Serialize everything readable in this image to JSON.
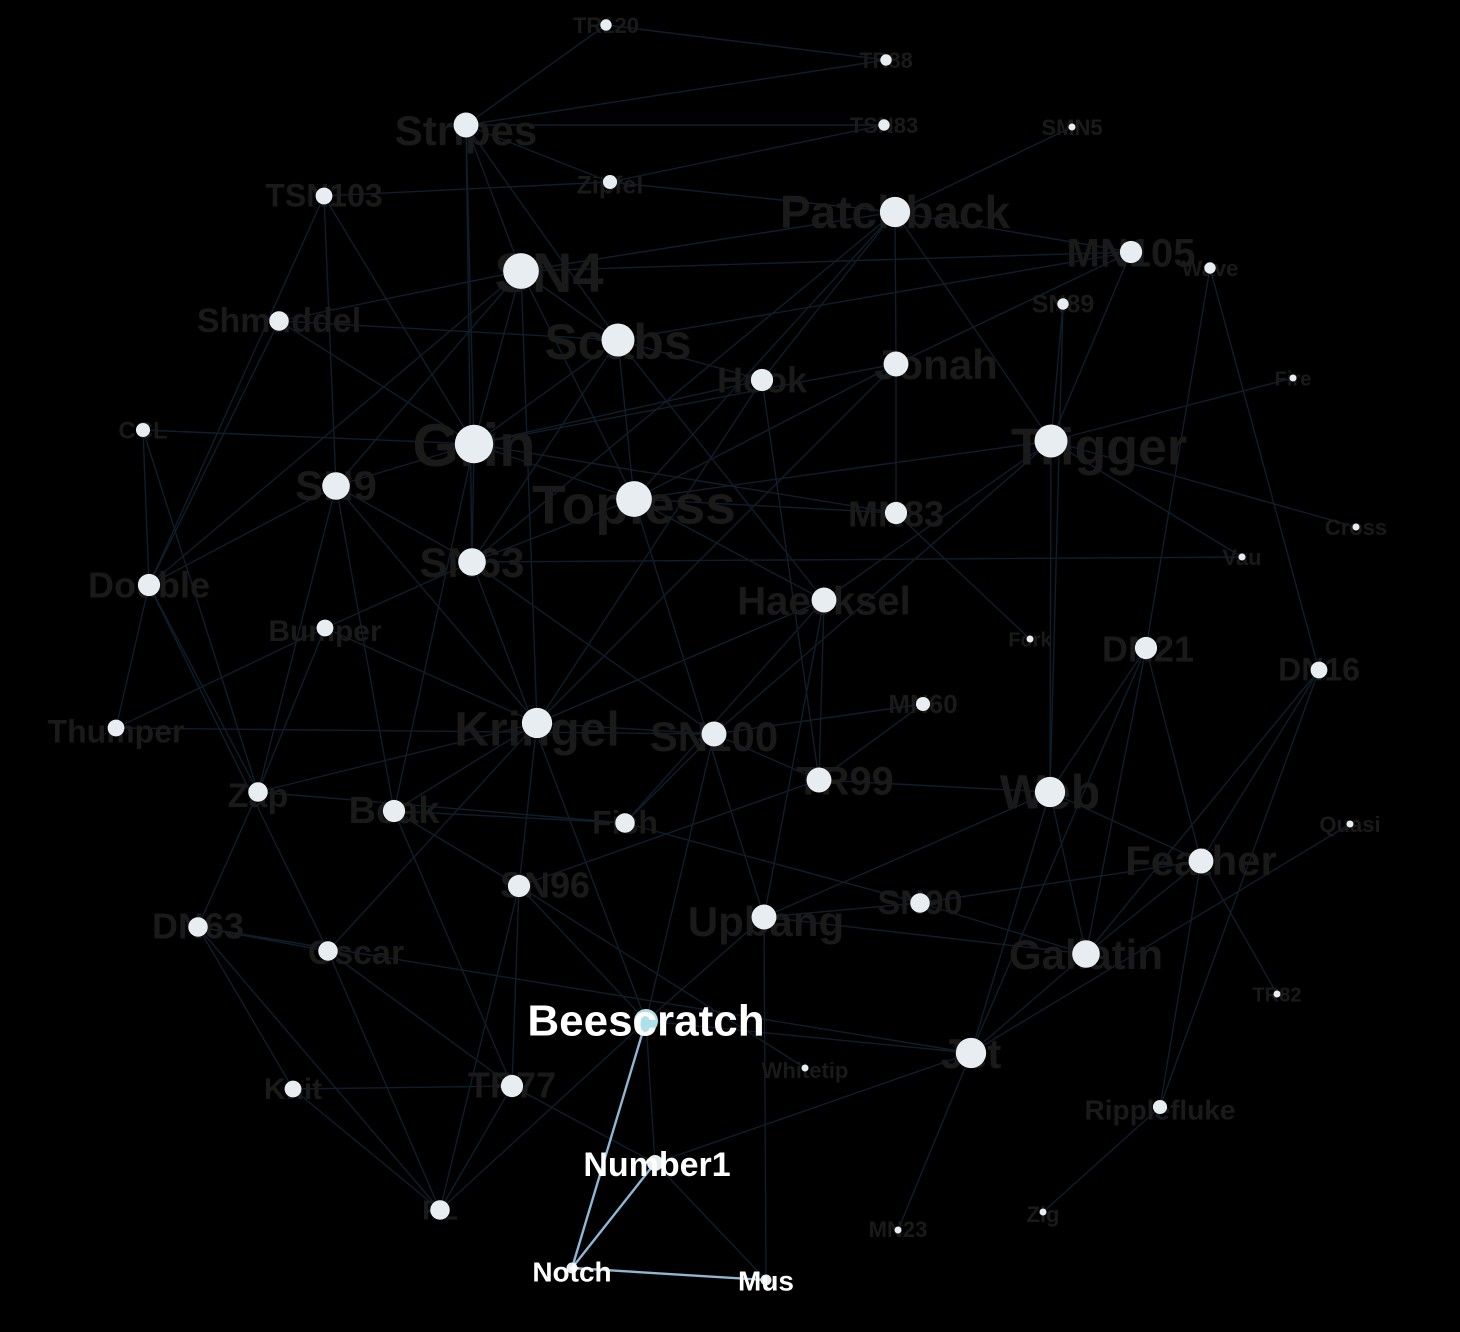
{
  "colors": {
    "background": "#000000",
    "edge": "#0e1e2c",
    "highlight_edge": "#8fb6d3",
    "node": "#e8edf1",
    "focus_node": "#aee0ea",
    "label_dim": "#1a1a1a",
    "label_bright": "#ffffff"
  },
  "chart_data": {
    "type": "network",
    "focus_node": "Beescratch",
    "highlighted_neighbors": [
      "Number1",
      "Notch",
      "Mus"
    ],
    "nodes": [
      {
        "id": "TR120",
        "label": "TR120",
        "degree": 2
      },
      {
        "id": "TR88",
        "label": "TR88",
        "degree": 2
      },
      {
        "id": "Stripes",
        "label": "Stripes",
        "degree": 7
      },
      {
        "id": "TSN83",
        "label": "TSN83",
        "degree": 2
      },
      {
        "id": "SMN5",
        "label": "SMN5",
        "degree": 1
      },
      {
        "id": "TSN103",
        "label": "TSN103",
        "degree": 4
      },
      {
        "id": "Zipfel",
        "label": "Zipfel",
        "degree": 3
      },
      {
        "id": "Patchback",
        "label": "Patchback",
        "degree": 9
      },
      {
        "id": "SN4",
        "label": "SN4",
        "degree": 11
      },
      {
        "id": "MN105",
        "label": "MN105",
        "degree": 6
      },
      {
        "id": "Wave",
        "label": "Wave",
        "degree": 2
      },
      {
        "id": "Shmuddel",
        "label": "Shmuddel",
        "degree": 5
      },
      {
        "id": "SN89",
        "label": "SN89",
        "degree": 2
      },
      {
        "id": "Scabs",
        "label": "Scabs",
        "degree": 10
      },
      {
        "id": "Jonah",
        "label": "Jonah",
        "degree": 7
      },
      {
        "id": "Hook",
        "label": "Hook",
        "degree": 6
      },
      {
        "id": "Fire",
        "label": "Fire",
        "degree": 1
      },
      {
        "id": "CCL",
        "label": "CCL",
        "degree": 3
      },
      {
        "id": "Grin",
        "label": "Grin",
        "degree": 12
      },
      {
        "id": "Trigger",
        "label": "Trigger",
        "degree": 10
      },
      {
        "id": "SN9",
        "label": "SN9",
        "degree": 8
      },
      {
        "id": "Topless",
        "label": "Topless",
        "degree": 11
      },
      {
        "id": "MN83",
        "label": "MN83",
        "degree": 6
      },
      {
        "id": "Cross",
        "label": "Cross",
        "degree": 1
      },
      {
        "id": "Vau",
        "label": "Vau",
        "degree": 1
      },
      {
        "id": "SN63",
        "label": "SN63",
        "degree": 8
      },
      {
        "id": "Double",
        "label": "Double",
        "degree": 6
      },
      {
        "id": "Haecksel",
        "label": "Haecksel",
        "degree": 7
      },
      {
        "id": "Bumper",
        "label": "Bumper",
        "degree": 4
      },
      {
        "id": "Fork",
        "label": "Fork",
        "degree": 1
      },
      {
        "id": "DN21",
        "label": "DN21",
        "degree": 6
      },
      {
        "id": "DN16",
        "label": "DN16",
        "degree": 4
      },
      {
        "id": "MN60",
        "label": "MN60",
        "degree": 3
      },
      {
        "id": "Thumper",
        "label": "Thumper",
        "degree": 4
      },
      {
        "id": "Kringel",
        "label": "Kringel",
        "degree": 9
      },
      {
        "id": "SN100",
        "label": "SN100",
        "degree": 7
      },
      {
        "id": "TR99",
        "label": "TR99",
        "degree": 7
      },
      {
        "id": "Web",
        "label": "Web",
        "degree": 9
      },
      {
        "id": "Zap",
        "label": "Zap",
        "degree": 5
      },
      {
        "id": "Beak",
        "label": "Beak",
        "degree": 6
      },
      {
        "id": "Fish",
        "label": "Fish",
        "degree": 5
      },
      {
        "id": "Quasi",
        "label": "Quasi",
        "degree": 1
      },
      {
        "id": "Feather",
        "label": "Feather",
        "degree": 7
      },
      {
        "id": "SN96",
        "label": "SN96",
        "degree": 6
      },
      {
        "id": "SN90",
        "label": "SN90",
        "degree": 5
      },
      {
        "id": "Upbang",
        "label": "Upbang",
        "degree": 7
      },
      {
        "id": "DN63",
        "label": "DN63",
        "degree": 5
      },
      {
        "id": "Oscar",
        "label": "Oscar",
        "degree": 5
      },
      {
        "id": "Gallatin",
        "label": "Gallatin",
        "degree": 8
      },
      {
        "id": "TR82",
        "label": "TR82",
        "degree": 1
      },
      {
        "id": "Beescratch",
        "label": "Beescratch",
        "degree": 8
      },
      {
        "id": "Jet",
        "label": "Jet",
        "degree": 9
      },
      {
        "id": "Whitetip",
        "label": "Whitetip",
        "degree": 1
      },
      {
        "id": "Knit",
        "label": "Knit",
        "degree": 4
      },
      {
        "id": "TR77",
        "label": "TR77",
        "degree": 6
      },
      {
        "id": "Ripplefluke",
        "label": "Ripplefluke",
        "degree": 3
      },
      {
        "id": "Number1",
        "label": "Number1",
        "degree": 5
      },
      {
        "id": "PL",
        "label": "PL",
        "degree": 5
      },
      {
        "id": "MN23",
        "label": "MN23",
        "degree": 1
      },
      {
        "id": "Zig",
        "label": "Zig",
        "degree": 1
      },
      {
        "id": "Notch",
        "label": "Notch",
        "degree": 3
      },
      {
        "id": "Mus",
        "label": "Mus",
        "degree": 3
      }
    ],
    "edges": [
      [
        "Beescratch",
        "Notch"
      ],
      [
        "Number1",
        "Notch"
      ],
      [
        "Notch",
        "Mus"
      ],
      [
        "TR120",
        "TR88"
      ],
      [
        "TR120",
        "Stripes"
      ],
      [
        "TR88",
        "Stripes"
      ],
      [
        "Stripes",
        "TSN83"
      ],
      [
        "Stripes",
        "Zipfel"
      ],
      [
        "Stripes",
        "Grin"
      ],
      [
        "Stripes",
        "SN4"
      ],
      [
        "Stripes",
        "Scabs"
      ],
      [
        "Stripes",
        "SN63"
      ],
      [
        "TSN83",
        "Zipfel"
      ],
      [
        "SMN5",
        "Patchback"
      ],
      [
        "TSN103",
        "Zipfel"
      ],
      [
        "TSN103",
        "SN9"
      ],
      [
        "TSN103",
        "Grin"
      ],
      [
        "TSN103",
        "Double"
      ],
      [
        "Zipfel",
        "Patchback"
      ],
      [
        "Patchback",
        "MN105"
      ],
      [
        "Patchback",
        "Jonah"
      ],
      [
        "Patchback",
        "SN4"
      ],
      [
        "Patchback",
        "Trigger"
      ],
      [
        "Patchback",
        "Hook"
      ],
      [
        "Patchback",
        "Topless"
      ],
      [
        "Patchback",
        "SN63"
      ],
      [
        "SN4",
        "MN105"
      ],
      [
        "SN4",
        "Shmuddel"
      ],
      [
        "SN4",
        "Scabs"
      ],
      [
        "SN4",
        "Grin"
      ],
      [
        "SN4",
        "SN9"
      ],
      [
        "SN4",
        "Topless"
      ],
      [
        "SN4",
        "Double"
      ],
      [
        "SN4",
        "Kringel"
      ],
      [
        "MN105",
        "Trigger"
      ],
      [
        "MN105",
        "Scabs"
      ],
      [
        "MN105",
        "Jonah"
      ],
      [
        "Wave",
        "DN21"
      ],
      [
        "Wave",
        "DN16"
      ],
      [
        "Shmuddel",
        "Grin"
      ],
      [
        "Shmuddel",
        "Scabs"
      ],
      [
        "Shmuddel",
        "Double"
      ],
      [
        "SN89",
        "Trigger"
      ],
      [
        "SN89",
        "Web"
      ],
      [
        "Scabs",
        "Hook"
      ],
      [
        "Scabs",
        "Grin"
      ],
      [
        "Scabs",
        "Topless"
      ],
      [
        "Scabs",
        "Haecksel"
      ],
      [
        "Scabs",
        "SN63"
      ],
      [
        "Jonah",
        "MN83"
      ],
      [
        "Jonah",
        "Kringel"
      ],
      [
        "Jonah",
        "Grin"
      ],
      [
        "Jonah",
        "Topless"
      ],
      [
        "Hook",
        "Grin"
      ],
      [
        "Hook",
        "TR99"
      ],
      [
        "Hook",
        "Kringel"
      ],
      [
        "Fire",
        "Trigger"
      ],
      [
        "CCL",
        "Grin"
      ],
      [
        "CCL",
        "Double"
      ],
      [
        "CCL",
        "Zap"
      ],
      [
        "Grin",
        "SN9"
      ],
      [
        "Grin",
        "SN63"
      ],
      [
        "Grin",
        "MN83"
      ],
      [
        "Grin",
        "Topless"
      ],
      [
        "Grin",
        "Beak"
      ],
      [
        "Trigger",
        "Topless"
      ],
      [
        "Trigger",
        "Web"
      ],
      [
        "Trigger",
        "Vau"
      ],
      [
        "Trigger",
        "Cross"
      ],
      [
        "Trigger",
        "SN100"
      ],
      [
        "Trigger",
        "Haecksel"
      ],
      [
        "SN9",
        "SN63"
      ],
      [
        "SN9",
        "Double"
      ],
      [
        "SN9",
        "Zap"
      ],
      [
        "SN9",
        "Kringel"
      ],
      [
        "SN9",
        "Beak"
      ],
      [
        "Topless",
        "SN63"
      ],
      [
        "Topless",
        "Haecksel"
      ],
      [
        "Topless",
        "MN83"
      ],
      [
        "Topless",
        "Upbang"
      ],
      [
        "MN83",
        "Fork"
      ],
      [
        "SN63",
        "Vau"
      ],
      [
        "SN63",
        "Bumper"
      ],
      [
        "SN63",
        "SN100"
      ],
      [
        "SN63",
        "Beescratch"
      ],
      [
        "Double",
        "Thumper"
      ],
      [
        "Double",
        "Zap"
      ],
      [
        "Double",
        "Oscar"
      ],
      [
        "Haecksel",
        "Kringel"
      ],
      [
        "Haecksel",
        "TR99"
      ],
      [
        "Haecksel",
        "Upbang"
      ],
      [
        "Haecksel",
        "Fish"
      ],
      [
        "Bumper",
        "Zap"
      ],
      [
        "Bumper",
        "Thumper"
      ],
      [
        "Bumper",
        "Kringel"
      ],
      [
        "DN21",
        "Feather"
      ],
      [
        "DN21",
        "Gallatin"
      ],
      [
        "DN21",
        "Jet"
      ],
      [
        "DN21",
        "Web"
      ],
      [
        "DN16",
        "Feather"
      ],
      [
        "DN16",
        "Gallatin"
      ],
      [
        "DN16",
        "Ripplefluke"
      ],
      [
        "MN60",
        "SN100"
      ],
      [
        "MN60",
        "TR99"
      ],
      [
        "Thumper",
        "SN100"
      ],
      [
        "Kringel",
        "SN100"
      ],
      [
        "Kringel",
        "Zap"
      ],
      [
        "Kringel",
        "SN96"
      ],
      [
        "Kringel",
        "Oscar"
      ],
      [
        "Kringel",
        "Beak"
      ],
      [
        "SN100",
        "TR99"
      ],
      [
        "SN100",
        "Beescratch"
      ],
      [
        "SN100",
        "Fish"
      ],
      [
        "TR99",
        "Web"
      ],
      [
        "TR99",
        "SN96"
      ],
      [
        "Web",
        "Feather"
      ],
      [
        "Web",
        "Gallatin"
      ],
      [
        "Web",
        "Upbang"
      ],
      [
        "Web",
        "Jet"
      ],
      [
        "Zap",
        "DN63"
      ],
      [
        "Zap",
        "Fish"
      ],
      [
        "Beak",
        "SN96"
      ],
      [
        "Beak",
        "TR77"
      ],
      [
        "Beak",
        "Fish"
      ],
      [
        "Fish",
        "SN90"
      ],
      [
        "Quasi",
        "Jet"
      ],
      [
        "Feather",
        "Gallatin"
      ],
      [
        "Feather",
        "SN90"
      ],
      [
        "Feather",
        "TR82"
      ],
      [
        "Feather",
        "Ripplefluke"
      ],
      [
        "SN96",
        "TR77"
      ],
      [
        "SN96",
        "Beescratch"
      ],
      [
        "SN96",
        "PL"
      ],
      [
        "SN90",
        "Gallatin"
      ],
      [
        "SN90",
        "Upbang"
      ],
      [
        "Upbang",
        "Gallatin"
      ],
      [
        "Upbang",
        "Beescratch"
      ],
      [
        "Upbang",
        "Mus"
      ],
      [
        "DN63",
        "Oscar"
      ],
      [
        "DN63",
        "Knit"
      ],
      [
        "DN63",
        "PL"
      ],
      [
        "DN63",
        "Jet"
      ],
      [
        "Oscar",
        "TR77"
      ],
      [
        "Oscar",
        "PL"
      ],
      [
        "Gallatin",
        "Jet"
      ],
      [
        "Beescratch",
        "Number1"
      ],
      [
        "Beescratch",
        "Jet"
      ],
      [
        "Jet",
        "Number1"
      ],
      [
        "Jet",
        "MN23"
      ],
      [
        "Whitetip",
        "SN96"
      ],
      [
        "Knit",
        "TR77"
      ],
      [
        "Knit",
        "PL"
      ],
      [
        "TR77",
        "PL"
      ],
      [
        "TR77",
        "Number1"
      ],
      [
        "Ripplefluke",
        "Zig"
      ],
      [
        "Number1",
        "Mus"
      ],
      [
        "PL",
        "Beescratch"
      ]
    ]
  }
}
